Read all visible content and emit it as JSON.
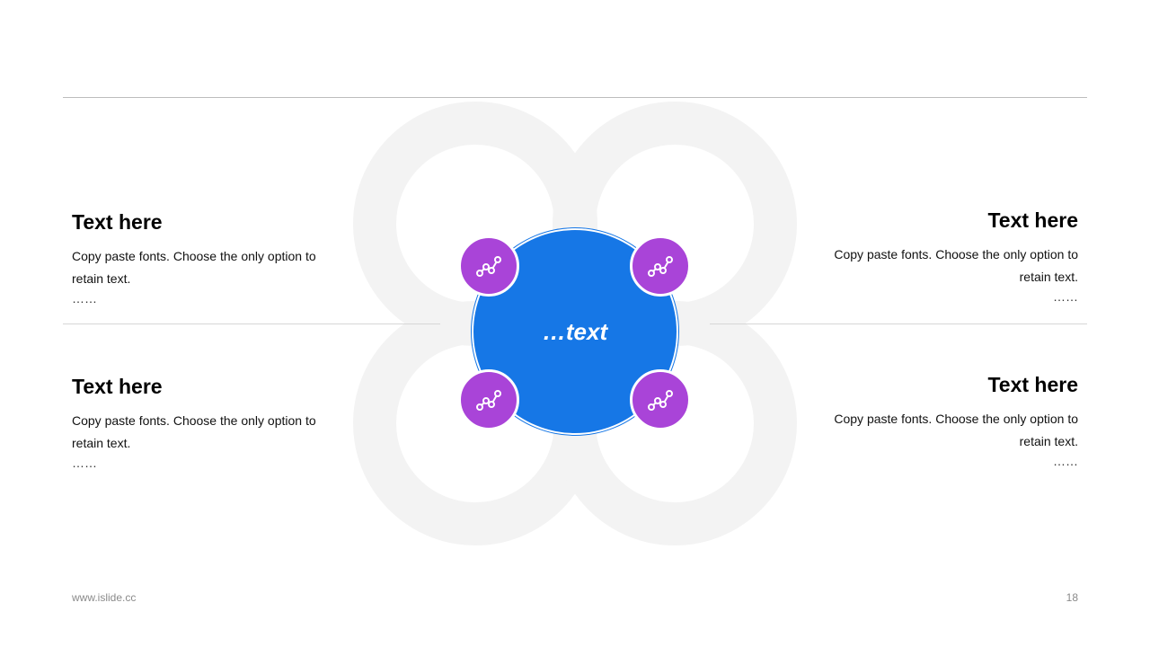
{
  "center": {
    "label": "…text"
  },
  "blocks": [
    {
      "title": "Text here",
      "body": "Copy paste fonts. Choose the only option to retain text.",
      "ellipsis": "……"
    },
    {
      "title": "Text here",
      "body": "Copy paste fonts. Choose the only option to retain text.",
      "ellipsis": "……"
    },
    {
      "title": "Text here",
      "body": "Copy paste fonts. Choose the only option to retain text.",
      "ellipsis": "……"
    },
    {
      "title": "Text here",
      "body": "Copy paste fonts. Choose the only option to retain text.",
      "ellipsis": "……"
    }
  ],
  "nodes": [
    {
      "icon": "chart-line-icon"
    },
    {
      "icon": "chart-line-icon"
    },
    {
      "icon": "chart-line-icon"
    },
    {
      "icon": "chart-line-icon"
    }
  ],
  "colors": {
    "accent_blue": "#1677e6",
    "node_purple": "#a944d8",
    "petal_gray": "#f2f2f2"
  },
  "footer": {
    "url": "www.islide.cc",
    "page": "18"
  }
}
